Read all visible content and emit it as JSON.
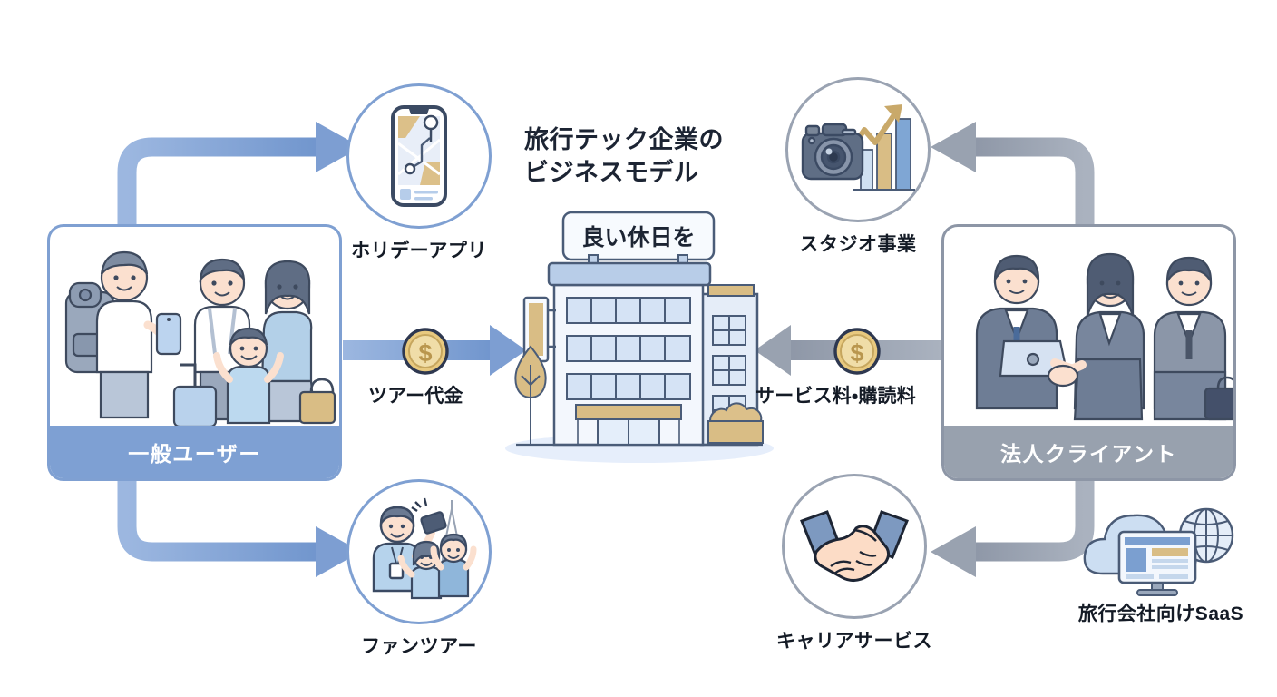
{
  "title": {
    "text": "旅行テック企業の\nビジネスモデル"
  },
  "company": {
    "sign_text": "良い休日を",
    "name": "central-building"
  },
  "actors": [
    {
      "id": "general-users",
      "label": "一般ユーザー",
      "side": "left",
      "accent": "#7ea0d3",
      "art": "family-travelers-illustration"
    },
    {
      "id": "corporate-clients",
      "label": "法人クライアント",
      "side": "right",
      "accent": "#98a1ae",
      "art": "business-people-handshake-illustration"
    }
  ],
  "services": [
    {
      "id": "holiday-app",
      "label": "ホリデーアプリ",
      "icon": "smartphone-map-icon",
      "ring": "#7fa0d2",
      "side": "left"
    },
    {
      "id": "fan-tour",
      "label": "ファンツアー",
      "icon": "selfie-eiffel-tower-icon",
      "ring": "#7fa0d2",
      "side": "left"
    },
    {
      "id": "studio-business",
      "label": "スタジオ事業",
      "icon": "camera-growth-chart-icon",
      "ring": "#9aa3b2",
      "side": "right"
    },
    {
      "id": "career-service",
      "label": "キャリアサービス",
      "icon": "handshake-icon",
      "ring": "#9aa3b2",
      "side": "right"
    },
    {
      "id": "travel-agency-saas",
      "label": "旅行会社向けSaaS",
      "icon": "cloud-monitor-globe-icon",
      "ring": "none",
      "side": "right"
    }
  ],
  "flows": [
    {
      "id": "tour-fee",
      "label": "ツアー代金",
      "direction": "left-to-center",
      "color": "#7fa0d2",
      "icon": "dollar-coin-icon"
    },
    {
      "id": "service-subscription-fee",
      "label": "サービス料・購読料",
      "direction": "right-to-center",
      "color": "#9aa3b2",
      "icon": "dollar-coin-icon"
    }
  ],
  "colors": {
    "blue_accent": "#7fa0d2",
    "gray_accent": "#9aa3b2",
    "text": "#141b26",
    "background": "#ffffff",
    "gold": "#d8b878",
    "building_light": "#eef3fa"
  }
}
